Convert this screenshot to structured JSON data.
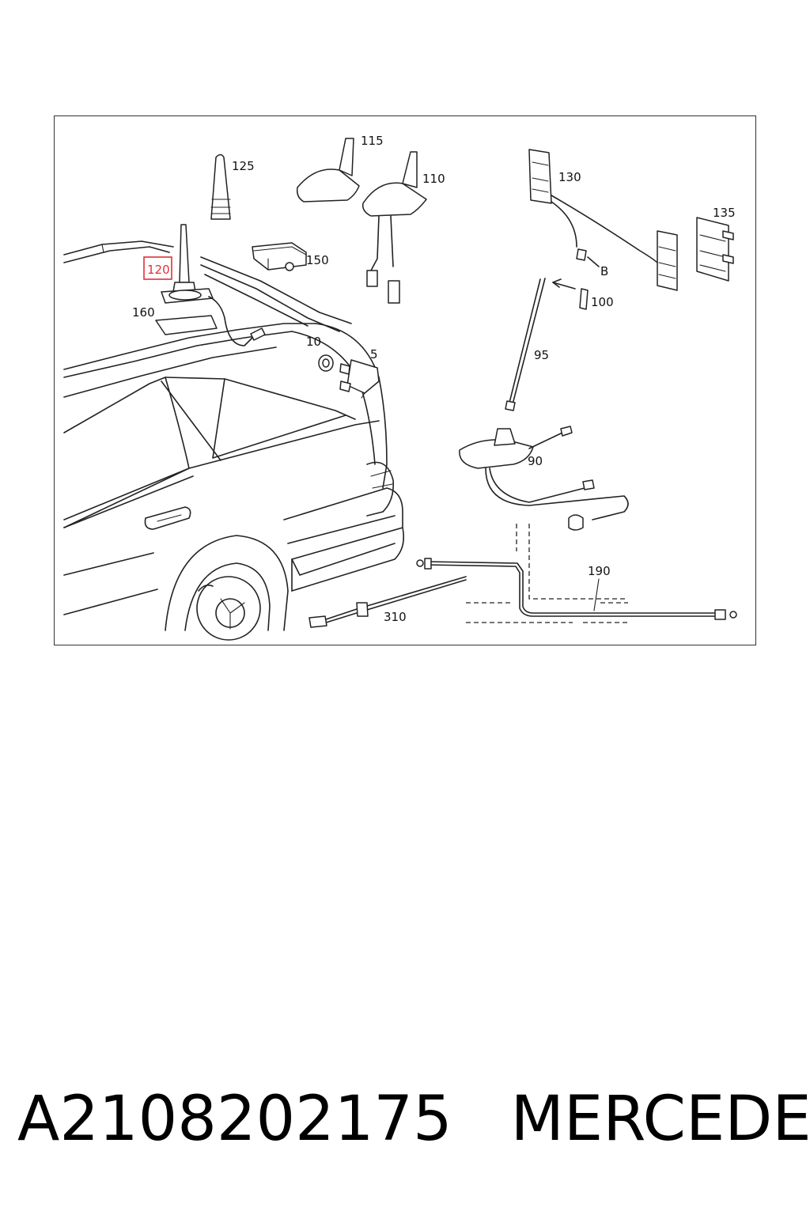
{
  "labels": {
    "l125": "125",
    "l115": "115",
    "l110": "110",
    "l130": "130",
    "l135": "135",
    "l120": "120",
    "l150": "150",
    "l160": "160",
    "lB": "B",
    "l100": "100",
    "l10": "10",
    "l5": "5",
    "l95": "95",
    "l90": "90",
    "l190": "190",
    "l310": "310"
  },
  "highlight_color": "#e0303a",
  "caption": {
    "part_number": "A2108202175",
    "brand": "MERCEDES"
  }
}
